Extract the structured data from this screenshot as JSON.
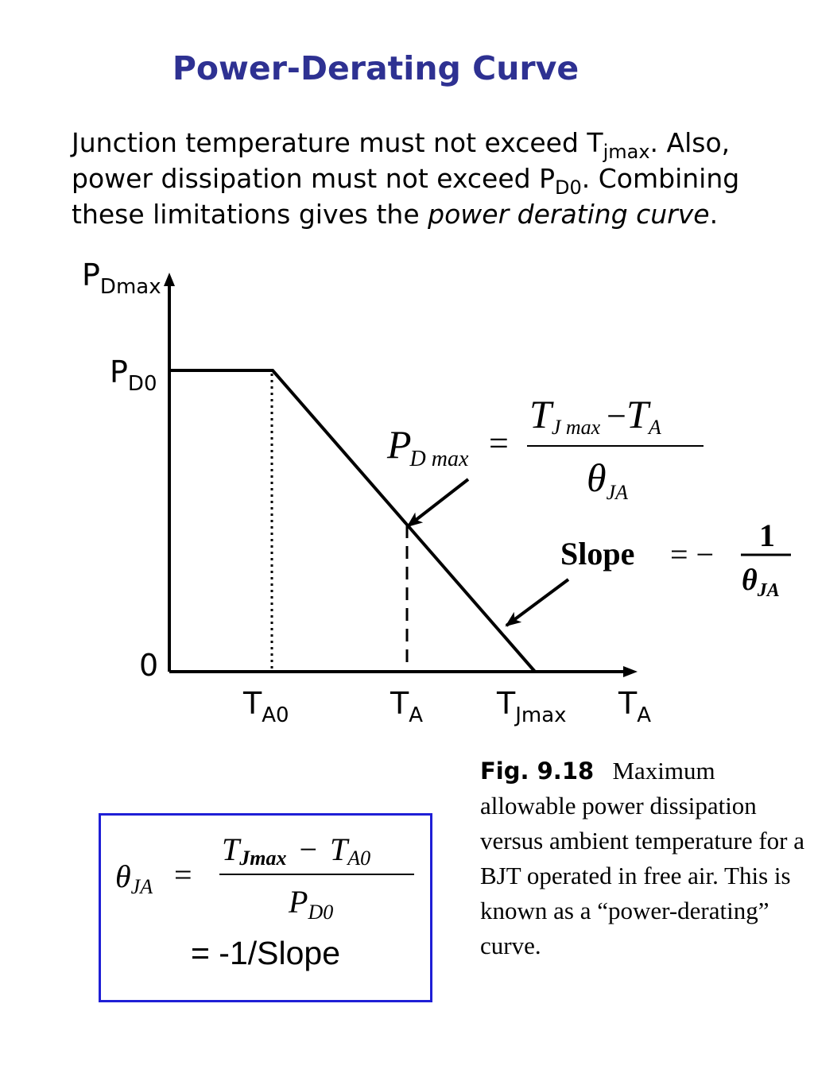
{
  "title": "Power-Derating Curve",
  "intro": {
    "line1_a": "Junction temperature must not exceed T",
    "line1_sub": "jmax",
    "line1_b": ". Also,",
    "line2_a": "power dissipation must not exceed P",
    "line2_sub": "D0",
    "line2_b": ". Combining",
    "line3_a": "these limitations gives the ",
    "line3_em": "power derating curve",
    "line3_b": "."
  },
  "axes": {
    "y_main": "P",
    "y_sub": "Dmax",
    "pd0_main": "P",
    "pd0_sub": "D0",
    "zero": "0",
    "x_ticks": [
      {
        "main": "T",
        "sub": "A0"
      },
      {
        "main": "T",
        "sub": "A"
      },
      {
        "main": "T",
        "sub": "Jmax"
      },
      {
        "main": "T",
        "sub": "A"
      }
    ]
  },
  "equation": {
    "lhs_main": "P",
    "lhs_sub": "D max",
    "equals": "=",
    "num_t1": "T",
    "num_t1_sub": "J max",
    "num_minus": "−",
    "num_t2": "T",
    "num_t2_sub": "A",
    "den_main": "θ",
    "den_sub": "JA"
  },
  "slope": {
    "label": "Slope",
    "equals": "= −",
    "numerator": "1",
    "den_main": "θ",
    "den_sub": "JA"
  },
  "caption": {
    "fig": "Fig. 9.18",
    "text": "Maximum allowable power dissipation versus ambient temperature for a BJT operated in free air. This is known as a “power-derating” curve."
  },
  "theta_box": {
    "lhs_main": "θ",
    "lhs_sub": "JA",
    "equals": "=",
    "num_t1": "T",
    "num_t1_sub": "Jmax",
    "num_minus": "−",
    "num_t2": "T",
    "num_t2_sub": "A0",
    "den_main": "P",
    "den_sub": "D0",
    "inverse": "= -1/Slope"
  },
  "colors": {
    "title": "#2e3192",
    "box_border": "#1f1fd6",
    "ink": "#000000"
  }
}
